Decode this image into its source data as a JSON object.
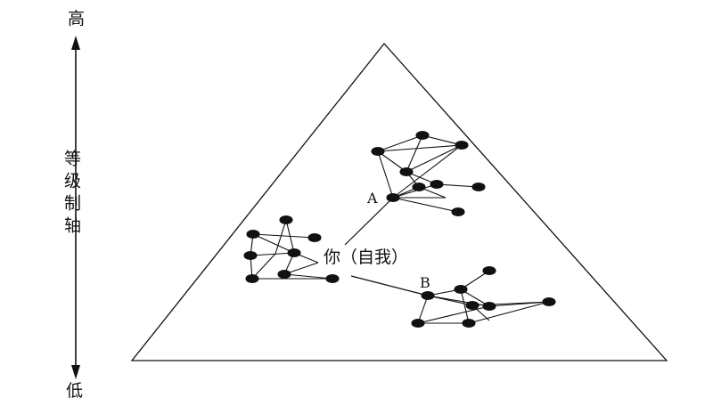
{
  "axis": {
    "top_label": "高",
    "bottom_label": "低",
    "title": "等级制轴"
  },
  "labels": {
    "node_a": "A",
    "node_b": "B",
    "self": "你（自我）"
  },
  "colors": {
    "ink": "#111111",
    "background": "#ffffff"
  }
}
